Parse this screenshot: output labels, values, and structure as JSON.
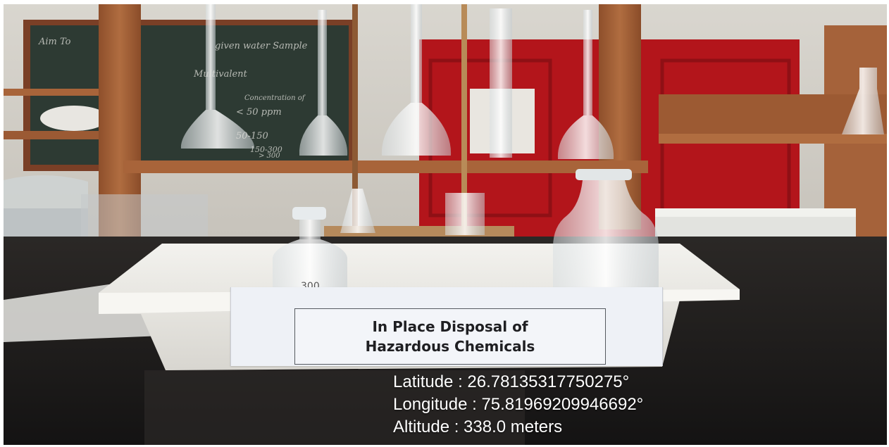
{
  "sign": {
    "line1": "In Place Disposal of",
    "line2": "Hazardous Chemicals"
  },
  "geotag": {
    "latitude": "Latitude : 26.78135317750275°",
    "longitude": "Longitude : 75.81969209946692°",
    "altitude": "Altitude : 338.0 meters"
  },
  "blackboard": {
    "line1": "Aim To",
    "line2": "given water Sample",
    "line3": "Multivalent",
    "line4": "Concentration of",
    "line5": "< 50 ppm",
    "line6": "50-150",
    "line7": "150-300",
    "line8": "> 300"
  },
  "beaker_mark": "300",
  "colors": {
    "wood": "#a8643a",
    "door": "#b3151b",
    "tray": "#ecebe6",
    "board": "#2d3a33",
    "counter": "#1e1c1b"
  }
}
